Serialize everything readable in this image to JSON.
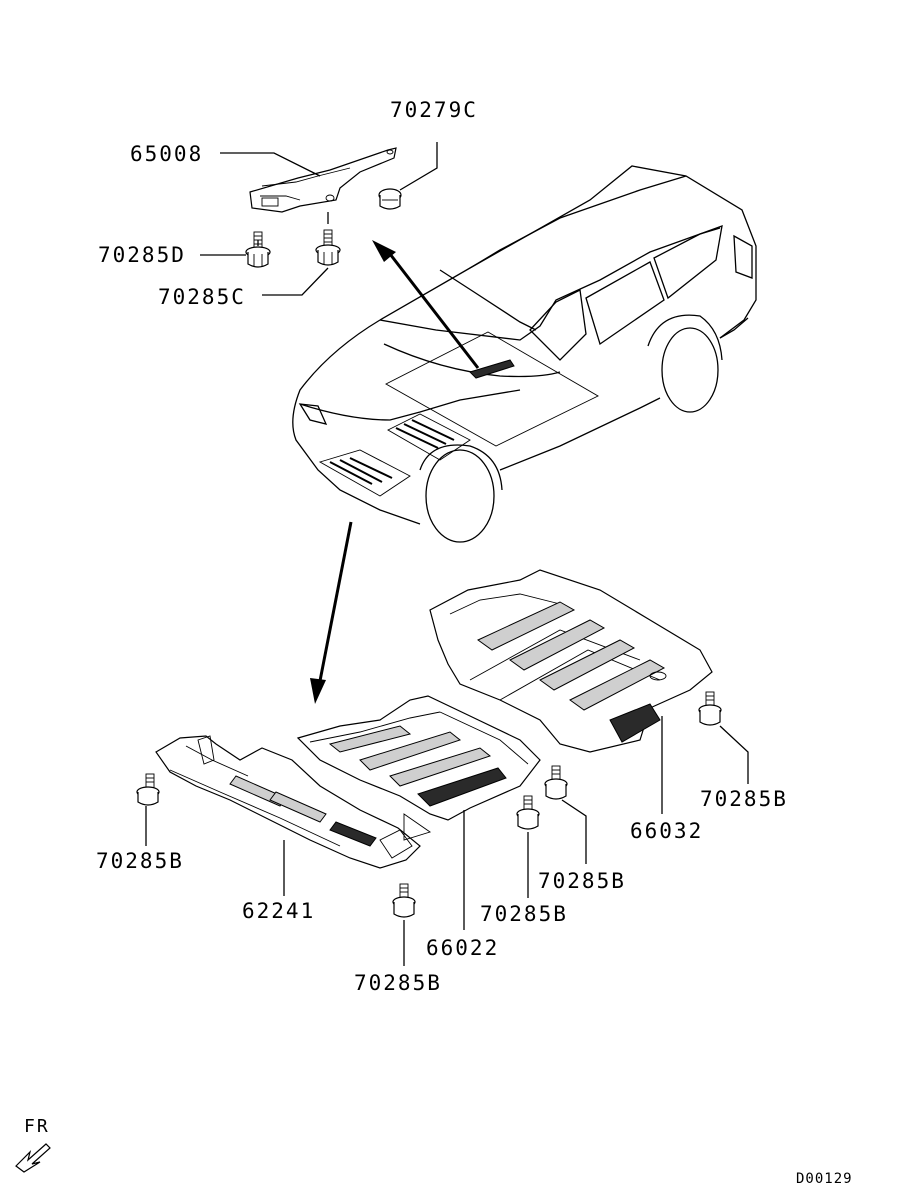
{
  "callouts": {
    "c65008": "65008",
    "c70279C": "70279C",
    "c70285D": "70285D",
    "c70285C": "70285C",
    "c70285B_left": "70285B",
    "c62241": "62241",
    "c70285B_bottom": "70285B",
    "c66022": "66022",
    "c70285B_mid": "70285B",
    "c70285B_mid2": "70285B",
    "c66032": "66032",
    "c70285B_right": "70285B"
  },
  "orientation": {
    "label": "FR"
  },
  "drawing_code": "D00129"
}
